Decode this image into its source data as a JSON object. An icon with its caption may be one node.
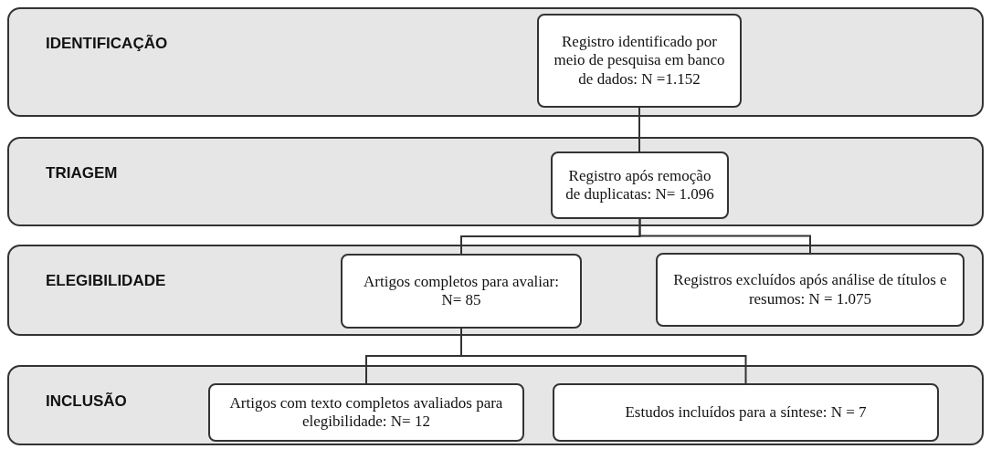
{
  "diagram": {
    "nodes": [
      {
        "text": [
          "IDENTIFICAÇÃO"
        ]
      },
      {
        "text": [
          "Registro identificado por meio de pesquisa em banco de dados: N =1.152"
        ],
        "in": 0
      },
      {
        "text": [
          "TRIAGEM"
        ]
      },
      {
        "text": [
          "Registro após remoção de duplicatas: N= 1.096"
        ],
        "in": 2
      },
      {
        "text": [
          "ELEGIBILIDADE"
        ]
      },
      {
        "text": [
          "Artigos completos para avaliar: N= 85"
        ],
        "in": 4
      },
      {
        "text": [
          "Registros excluídos após análise de títulos e resumos: N = 1.075"
        ],
        "in": 4
      },
      {
        "text": [
          "INCLUSÃO"
        ]
      },
      {
        "text": [
          "Artigos com texto completos avaliados para elegibilidade: N= 12"
        ],
        "in": 7
      },
      {
        "text": [
          "Estudos incluídos para a síntese: N = 7"
        ],
        "in": 7
      }
    ],
    "edges": [
      {
        "from": 1,
        "to": 3,
        "arrow": "none"
      },
      {
        "from": 3,
        "to": 5,
        "arrow": "none"
      },
      {
        "from": 3,
        "to": 6,
        "arrow": "none"
      },
      {
        "from": 5,
        "to": 8,
        "arrow": "none"
      },
      {
        "from": 5,
        "to": 9,
        "arrow": "none"
      }
    ]
  }
}
